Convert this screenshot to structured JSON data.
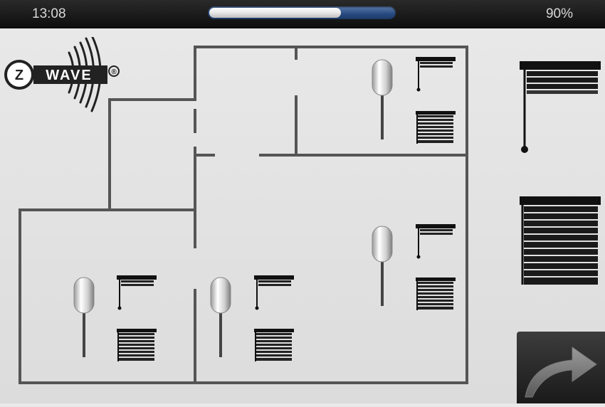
{
  "status_bar": {
    "time": "13:08",
    "battery": "90%",
    "progress_fraction": 0.71
  },
  "logo": {
    "text": "Z WAVE",
    "mark": "®"
  },
  "colors": {
    "wall": "#555555",
    "status_bg": "#111111",
    "progress_track": "#274a80",
    "progress_fill": "#e6e6e6"
  },
  "rooms": [
    {
      "name": "upper-right-room",
      "light": "light-switch-icon",
      "blind_up": "blind-open-icon",
      "blind_down": "blind-closed-icon"
    },
    {
      "name": "right-room",
      "light": "light-switch-icon",
      "blind_up": "blind-open-icon",
      "blind_down": "blind-closed-icon"
    },
    {
      "name": "lower-left-room",
      "light": "light-switch-icon",
      "blind_up": "blind-open-icon",
      "blind_down": "blind-closed-icon"
    },
    {
      "name": "lower-middle-room",
      "light": "light-switch-icon",
      "blind_up": "blind-open-icon",
      "blind_down": "blind-closed-icon"
    }
  ],
  "sidebar": {
    "all_up": "blind-open-icon",
    "all_down": "blind-closed-icon",
    "next": "curved-arrow-icon"
  }
}
